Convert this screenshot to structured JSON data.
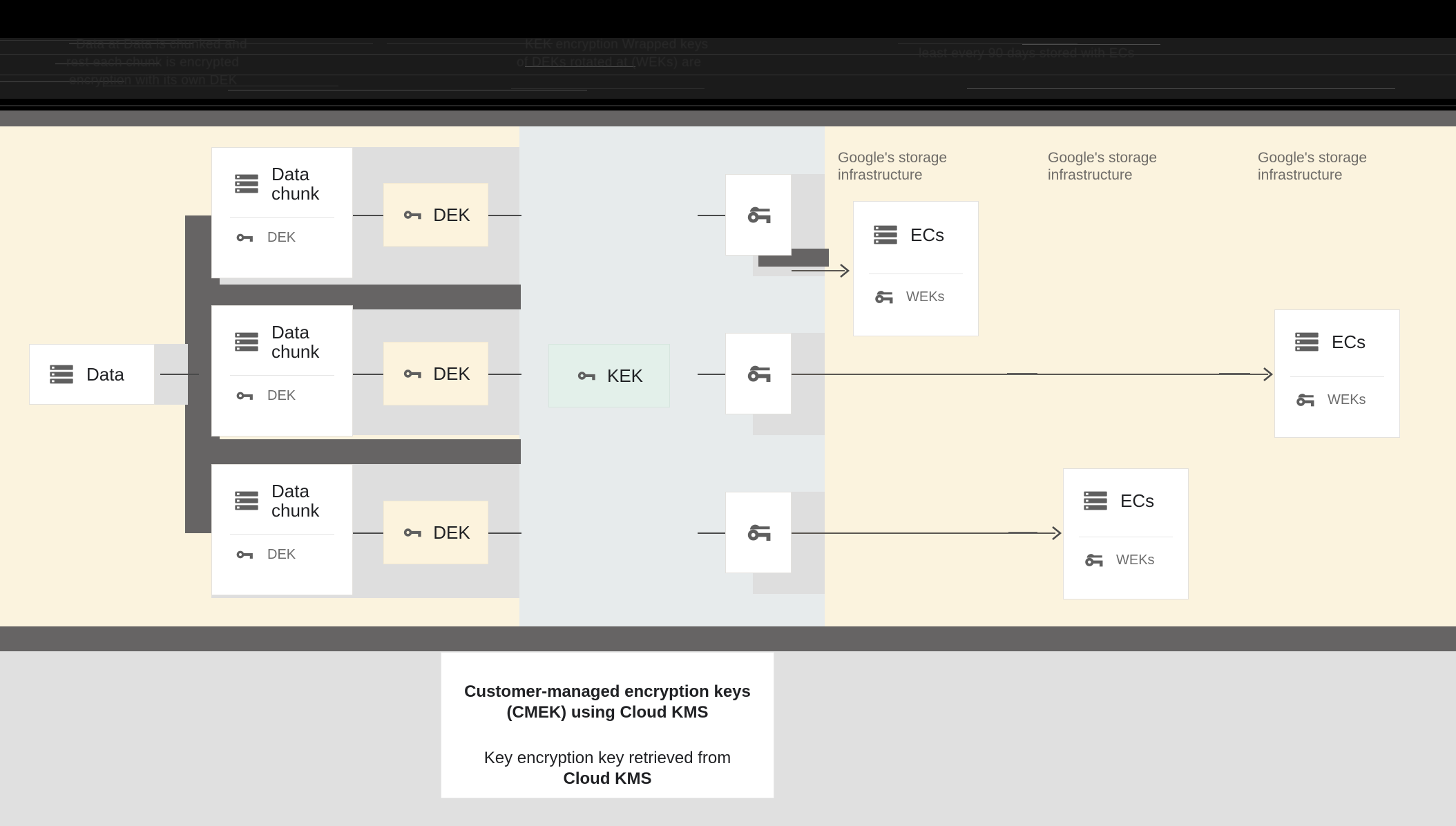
{
  "banner": {
    "note": "obscured dark text rows at top of screenshot",
    "lines": [
      "Data at       Data is chunked and",
      "rest        each chunk is encrypted",
      "encryption    with its own DEK",
      "KEK encryption      Wrapped keys",
      "of DEKs rotated at     (WEKs) are",
      "least every 90 days    stored with ECs"
    ]
  },
  "diagram": {
    "source": {
      "label": "Data",
      "icon": "server-icon"
    },
    "chunks": [
      {
        "title": "Data\nchunk",
        "key_label": "DEK",
        "icon": "server-icon",
        "key_icon": "key-icon"
      },
      {
        "title": "Data\nchunk",
        "key_label": "DEK",
        "icon": "server-icon",
        "key_icon": "key-icon"
      },
      {
        "title": "Data\nchunk",
        "key_label": "DEK",
        "icon": "server-icon",
        "key_icon": "key-icon"
      }
    ],
    "deks": [
      {
        "label": "DEK",
        "icon": "key-icon"
      },
      {
        "label": "DEK",
        "icon": "key-icon"
      },
      {
        "label": "DEK",
        "icon": "key-icon"
      }
    ],
    "kek": {
      "label": "KEK",
      "icon": "key-icon"
    },
    "weks": [
      {
        "label": "",
        "icon": "wrapped-key-icon"
      },
      {
        "label": "",
        "icon": "wrapped-key-icon"
      },
      {
        "label": "",
        "icon": "wrapped-key-icon"
      }
    ],
    "infra_labels": [
      "Google's storage\ninfrastructure",
      "Google's storage\ninfrastructure",
      "Google's storage\ninfrastructure"
    ],
    "ecs_cards": [
      {
        "title": "ECs",
        "key_label": "WEKs",
        "icon": "server-icon",
        "key_icon": "wrapped-key-icon"
      },
      {
        "title": "ECs",
        "key_label": "WEKs",
        "icon": "server-icon",
        "key_icon": "wrapped-key-icon"
      },
      {
        "title": "ECs",
        "key_label": "WEKs",
        "icon": "server-icon",
        "key_icon": "wrapped-key-icon"
      }
    ]
  },
  "caption": {
    "bold_line1": "Customer-managed encryption keys",
    "bold_line2": "(CMEK) using Cloud KMS",
    "plain_line1": "Key encryption key retrieved from",
    "bold_line3": "Cloud KMS"
  },
  "colors": {
    "cream": "#fbf3de",
    "blue_gray": "#e7ebec",
    "dark_gray": "#666464",
    "light_gray": "#dedede",
    "dek_fill": "#fcf3dd",
    "kek_fill": "#e3f0ea",
    "icon_gray": "#5f5f5f",
    "text": "#202124",
    "muted_text": "#6f6c68"
  }
}
